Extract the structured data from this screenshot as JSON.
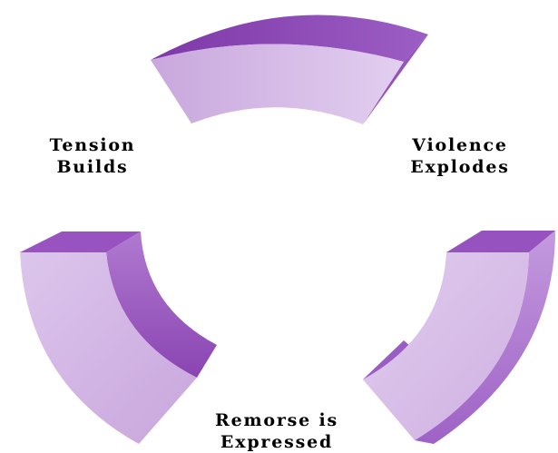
{
  "cycle": {
    "stages": [
      {
        "id": "tension",
        "lines": [
          "Tension",
          "Builds"
        ]
      },
      {
        "id": "violence",
        "lines": [
          "Violence",
          "Explodes"
        ]
      },
      {
        "id": "remorse",
        "lines": [
          "Remorse is",
          "Expressed"
        ]
      }
    ]
  },
  "colors": {
    "face_light": "#e4d3ef",
    "face_mid": "#c8a6dc",
    "side_dark": "#8d47b4",
    "side_mid": "#a466c6",
    "top_edge": "#9a5cc2"
  }
}
